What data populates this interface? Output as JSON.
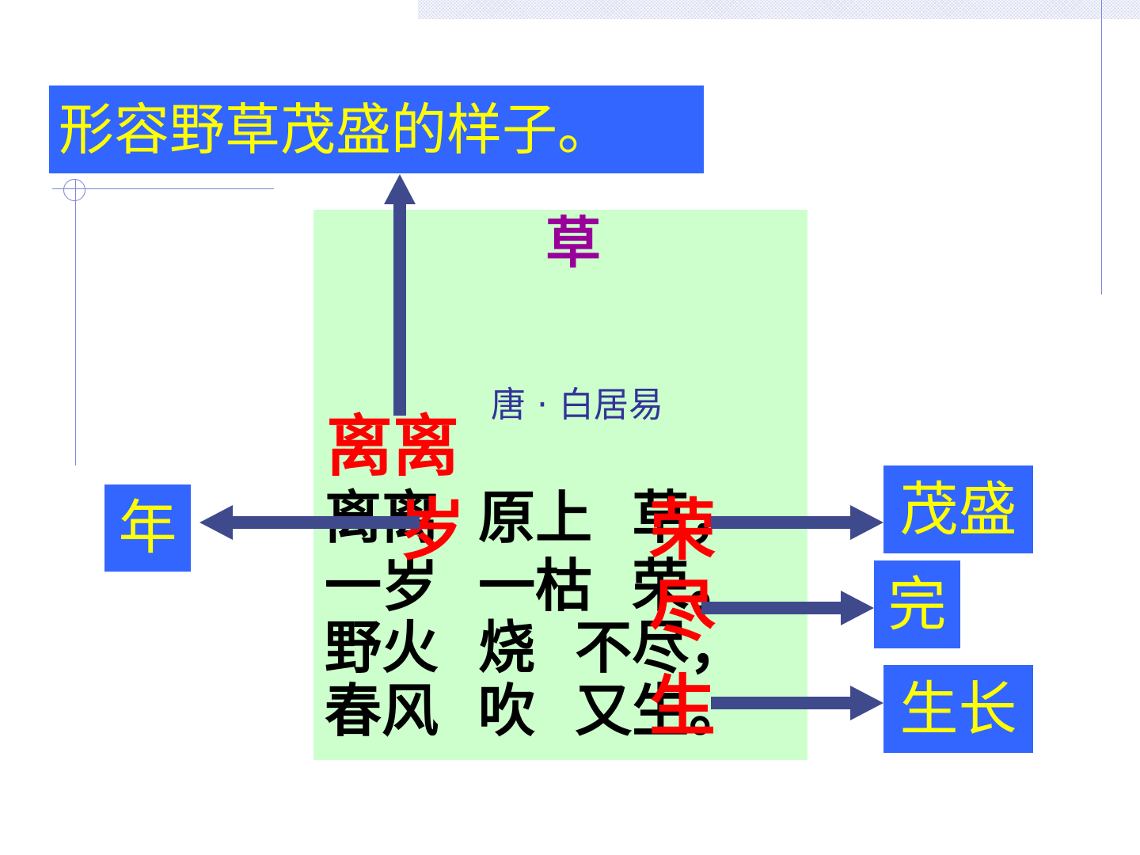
{
  "definition": "形容野草茂盛的样子。",
  "poem": {
    "title": "草",
    "author": "唐 · 白居易",
    "lines": [
      "离离  原上  草，",
      "一岁  一枯  荣。",
      "野火  烧  不尽，",
      "春风  吹  又生。"
    ]
  },
  "highlights": {
    "lili": "离离",
    "sui": "岁",
    "rong": "荣",
    "jin": "尽",
    "sheng": "生"
  },
  "meanings": {
    "sui": "年",
    "rong": "茂盛",
    "jin": "完",
    "sheng": "生长"
  },
  "colors": {
    "label_bg": "#3366ff",
    "label_text": "#ffff00",
    "panel_bg": "#ccffcc",
    "title": "#990099",
    "author": "#333399",
    "highlight": "#ff0000",
    "arrow": "#3f4a8c"
  }
}
